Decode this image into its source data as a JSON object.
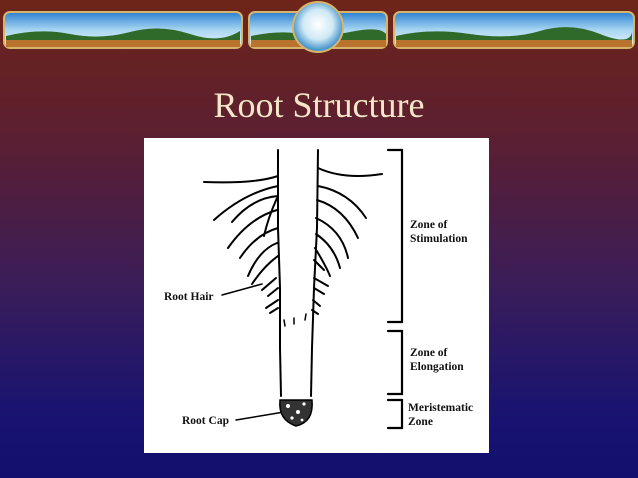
{
  "slide": {
    "title": "Root Structure"
  },
  "diagram": {
    "labels": {
      "root_hair": "Root Hair",
      "root_cap": "Root Cap",
      "zone_stimulation_1": "Zone of",
      "zone_stimulation_2": "Stimulation",
      "zone_elongation_1": "Zone of",
      "zone_elongation_2": "Elongation",
      "zone_meristematic_1": "Meristematic",
      "zone_meristematic_2": "Zone"
    }
  },
  "colors": {
    "background_top": "#6e2418",
    "background_bottom": "#120f6e",
    "title": "#f4e6c8"
  }
}
